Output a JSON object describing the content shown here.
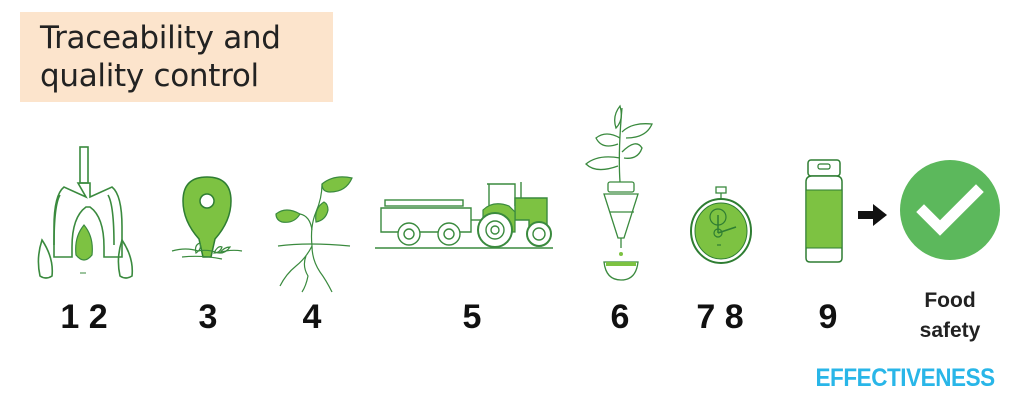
{
  "title": {
    "line1": "Traceability and",
    "line2": "quality control"
  },
  "colors": {
    "title_bg": "#fce4cc",
    "icon_green": "#7dc242",
    "icon_outline": "#2e7d32",
    "check_green": "#5cb85c",
    "effectiveness_blue": "#29b6e8"
  },
  "steps": [
    {
      "label": "1 2",
      "icon": "seed-harvester-icon"
    },
    {
      "label": "3",
      "icon": "location-pin-icon"
    },
    {
      "label": "4",
      "icon": "seedling-icon"
    },
    {
      "label": "5",
      "icon": "tractor-trailer-icon"
    },
    {
      "label": "6",
      "icon": "plant-extraction-icon"
    },
    {
      "label": "7 8",
      "icon": "stopwatch-icon"
    },
    {
      "label": "9",
      "icon": "bottle-icon"
    }
  ],
  "result": {
    "line1": "Food",
    "line2": "safety",
    "icon": "checkmark-circle-icon"
  },
  "footer": {
    "effectiveness": "EFFECTIVENESS"
  }
}
